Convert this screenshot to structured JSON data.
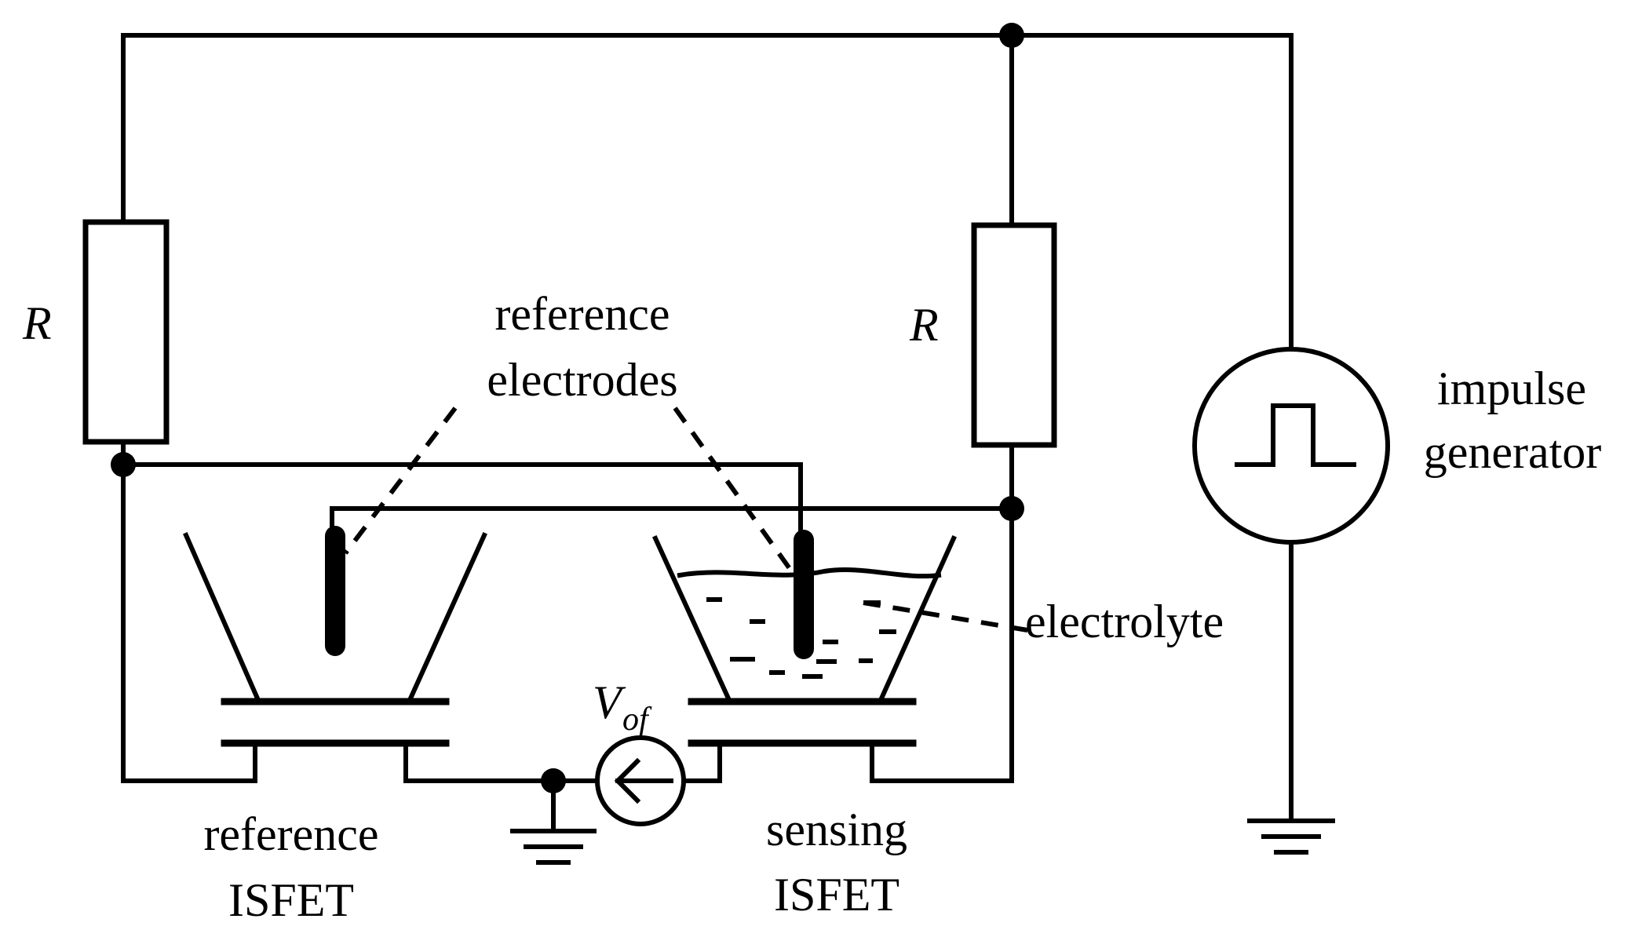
{
  "labels": {
    "resistor_left": "R",
    "resistor_right": "R",
    "reference_electrodes_line1": "reference",
    "reference_electrodes_line2": "electrodes",
    "impulse_generator_line1": "impulse",
    "impulse_generator_line2": "generator",
    "electrolyte": "electrolyte",
    "offset_voltage_main": "V",
    "offset_voltage_sub": "of",
    "reference_isfet_line1": "reference",
    "reference_isfet_line2": "ISFET",
    "sensing_isfet_line1": "sensing",
    "sensing_isfet_line2": "ISFET"
  }
}
